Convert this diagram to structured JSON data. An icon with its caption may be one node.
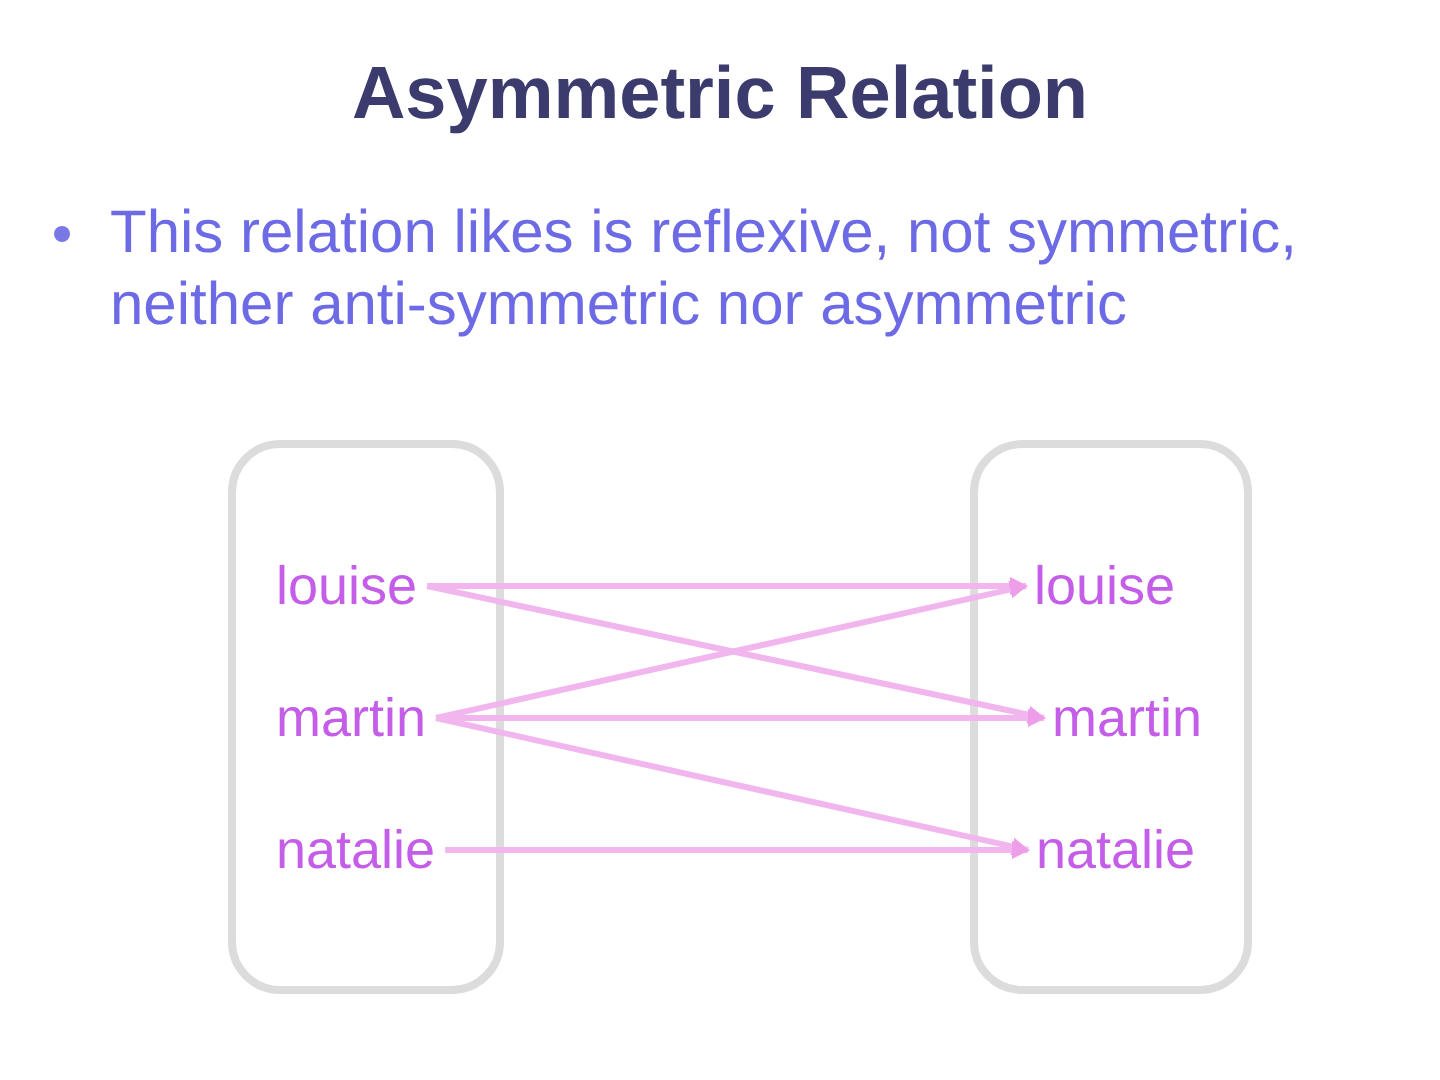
{
  "diagram": {
    "title": "Asymmetric Relation",
    "nodes": [
      {
        "text": [],
        "shape": "box"
      },
      {
        "text": [
          "louise"
        ],
        "in": 0
      },
      {
        "text": [
          "martin"
        ],
        "in": 0
      },
      {
        "text": [
          "natalie"
        ],
        "in": 0
      },
      {
        "text": [],
        "shape": "box"
      },
      {
        "text": [
          "louise"
        ],
        "in": 4
      },
      {
        "text": [
          "martin"
        ],
        "in": 4
      },
      {
        "text": [
          "natalie"
        ],
        "in": 4
      }
    ],
    "edges": [
      {
        "from": 1,
        "to": 5,
        "arrow": "to"
      },
      {
        "from": 1,
        "to": 6,
        "arrow": "to"
      },
      {
        "from": 2,
        "to": 5,
        "arrow": "to"
      },
      {
        "from": 2,
        "to": 6,
        "arrow": "to"
      },
      {
        "from": 2,
        "to": 7,
        "arrow": "to"
      },
      {
        "from": 3,
        "to": 7,
        "arrow": "to"
      }
    ],
    "labels": [
      "This relation likes is reflexive, not symmetric, neither anti-symmetric nor asymmetric"
    ]
  }
}
